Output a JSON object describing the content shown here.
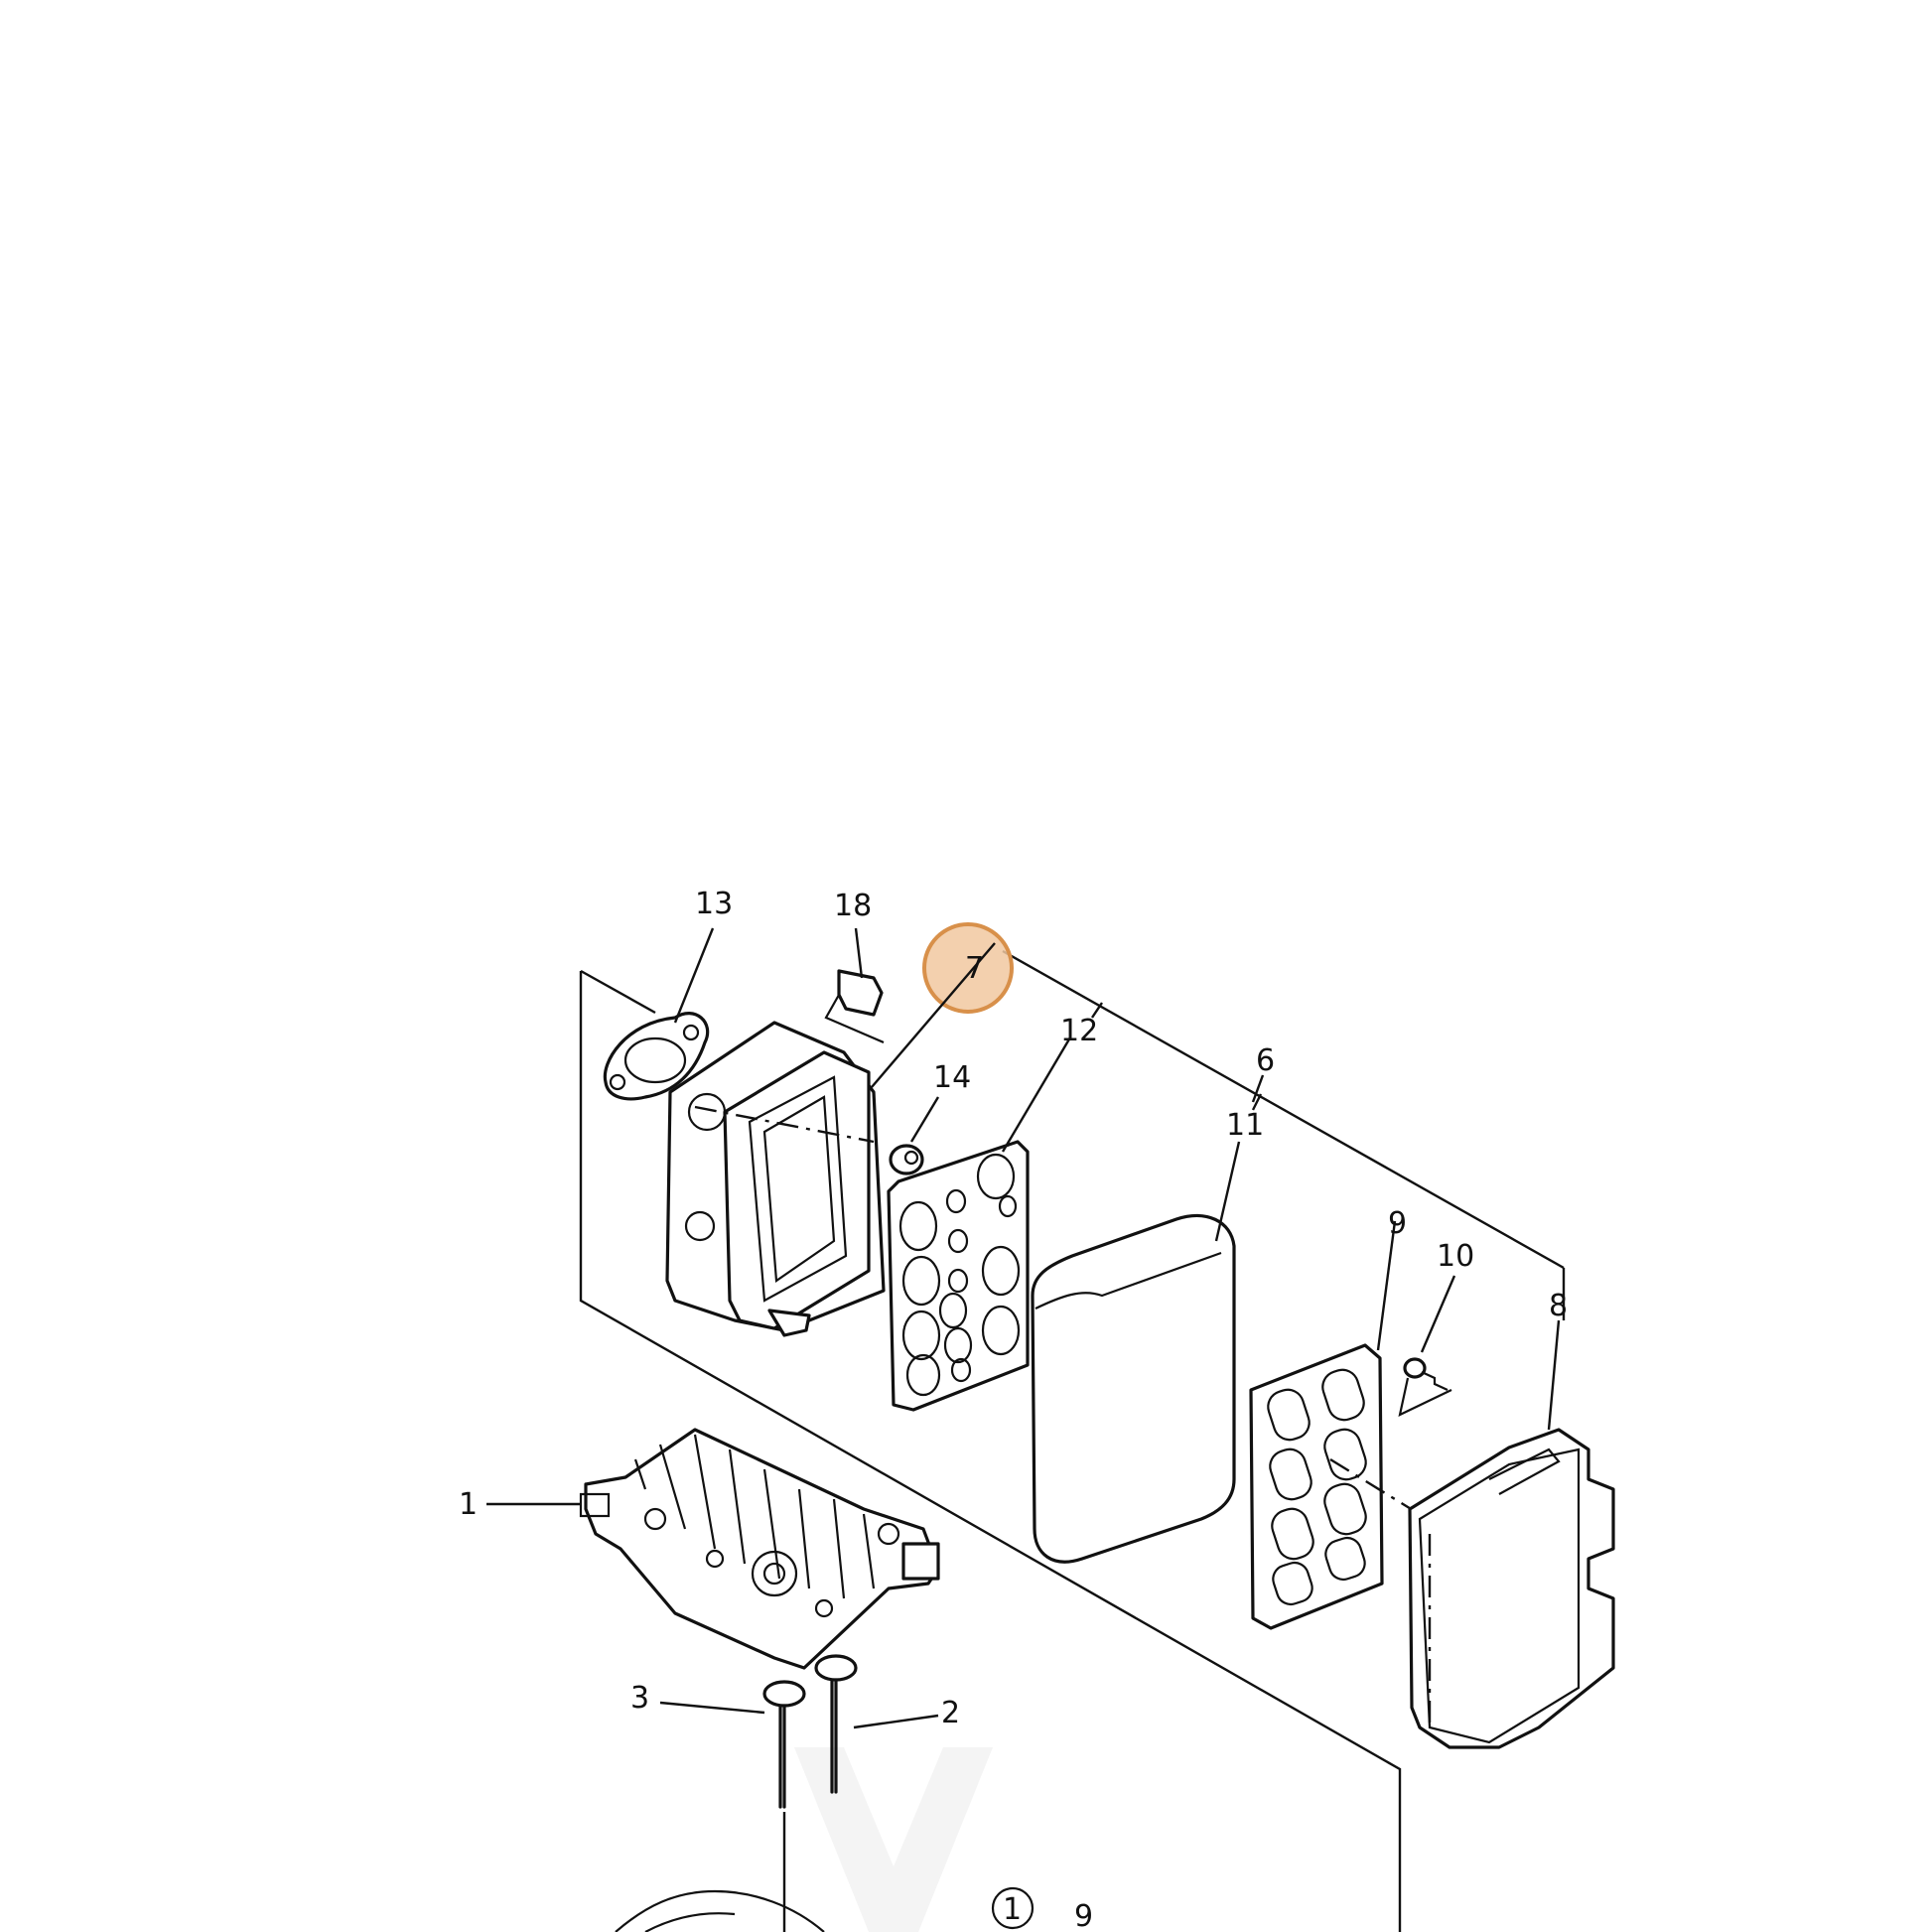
{
  "diagram": {
    "callouts": [
      {
        "id": "13",
        "label": "13"
      },
      {
        "id": "18",
        "label": "18"
      },
      {
        "id": "7",
        "label": "7"
      },
      {
        "id": "12",
        "label": "12"
      },
      {
        "id": "14",
        "label": "14"
      },
      {
        "id": "6",
        "label": "6"
      },
      {
        "id": "11",
        "label": "11"
      },
      {
        "id": "9",
        "label": "9"
      },
      {
        "id": "10",
        "label": "10"
      },
      {
        "id": "8",
        "label": "8"
      },
      {
        "id": "1",
        "label": "1"
      },
      {
        "id": "3",
        "label": "3"
      },
      {
        "id": "2",
        "label": "2"
      },
      {
        "id": "1c",
        "label": "1"
      },
      {
        "id": "9b",
        "label": "9"
      }
    ],
    "highlight": {
      "target": "7",
      "color": "#d8904a",
      "fill": "#f1c8a0"
    }
  }
}
